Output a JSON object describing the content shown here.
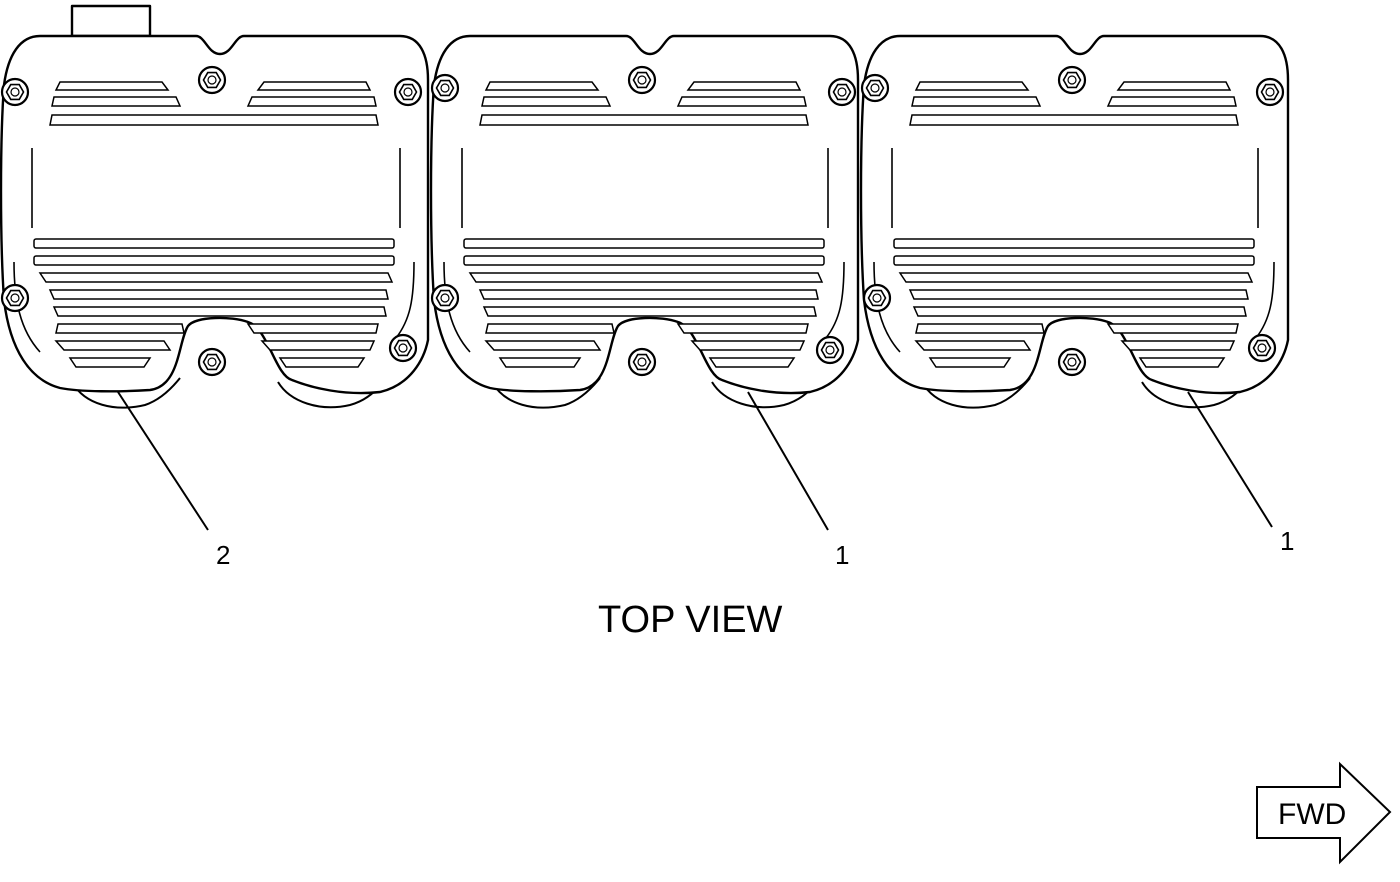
{
  "diagram": {
    "view_title": "TOP VIEW",
    "direction_label": "FWD",
    "callouts": [
      "2",
      "1",
      "1"
    ]
  }
}
